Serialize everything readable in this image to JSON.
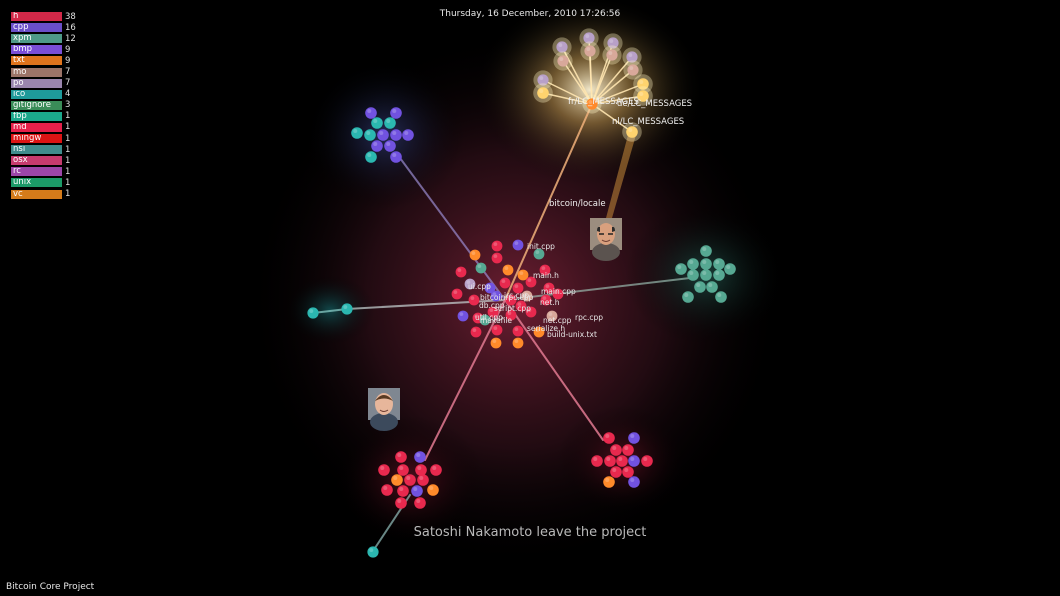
{
  "header": {
    "datetime": "Thursday, 16 December, 2010 17:26:56"
  },
  "caption": "Satoshi Nakamoto leave the project",
  "footer": {
    "project": "Bitcoin Core Project"
  },
  "legend": [
    {
      "ext": "h",
      "count": "38",
      "color": "#d22848"
    },
    {
      "ext": "cpp",
      "count": "16",
      "color": "#6a4fc8"
    },
    {
      "ext": "xpm",
      "count": "12",
      "color": "#4e9a88"
    },
    {
      "ext": "bmp",
      "count": "9",
      "color": "#7a4ed6"
    },
    {
      "ext": "txt",
      "count": "9",
      "color": "#e0741d"
    },
    {
      "ext": "mo",
      "count": "7",
      "color": "#9c7468"
    },
    {
      "ext": "po",
      "count": "7",
      "color": "#9a85ad"
    },
    {
      "ext": "ico",
      "count": "4",
      "color": "#1e9a9a"
    },
    {
      "ext": "gitignore",
      "count": "3",
      "color": "#3a8c58"
    },
    {
      "ext": "fbp",
      "count": "1",
      "color": "#1ba88c"
    },
    {
      "ext": "md",
      "count": "1",
      "color": "#e5204a"
    },
    {
      "ext": "mingw",
      "count": "1",
      "color": "#dc1414"
    },
    {
      "ext": "nsi",
      "count": "1",
      "color": "#3f8c8c"
    },
    {
      "ext": "osx",
      "count": "1",
      "color": "#c63b6e"
    },
    {
      "ext": "rc",
      "count": "1",
      "color": "#9c46a8"
    },
    {
      "ext": "unix",
      "count": "1",
      "color": "#1c9a68"
    },
    {
      "ext": "vc",
      "count": "1",
      "color": "#d47b1a"
    }
  ],
  "graph": {
    "center_labels": [
      "init.cpp",
      "main.h",
      "main.cpp",
      "irc.cpp",
      "db.cpp",
      "script.cpp",
      "rpc.cpp",
      "bitcoinrpc.cpp",
      "serialize.h",
      "build-unix.txt",
      "util.cpp",
      "net.h",
      "net.cpp",
      "ui.cpp",
      "makefile"
    ],
    "locale_labels": [
      "bitcoin/locale",
      "fr/LC_MESSAGES",
      "de/LC_MESSAGES",
      "nl/LC_MESSAGES"
    ],
    "colors": {
      "header": "#e8294e",
      "cpp": "#7152e0",
      "xpm": "#56a892",
      "text": "#ff8a2a",
      "ico": "#2bb7b0",
      "mo": "#d8a89a",
      "po": "#b8a0c8",
      "locale": "#ffd36e",
      "edge": "#e27a92",
      "glow": "#8a2a45"
    }
  },
  "avatars": [
    {
      "name": "avatar-bald-developer",
      "skin": "#d9a07e",
      "hair": "#2a2a2a",
      "bg": "#9b8d7f"
    },
    {
      "name": "avatar-young-developer",
      "skin": "#e7b69b",
      "hair": "#5a3a22",
      "bg": "#7f8791"
    }
  ]
}
